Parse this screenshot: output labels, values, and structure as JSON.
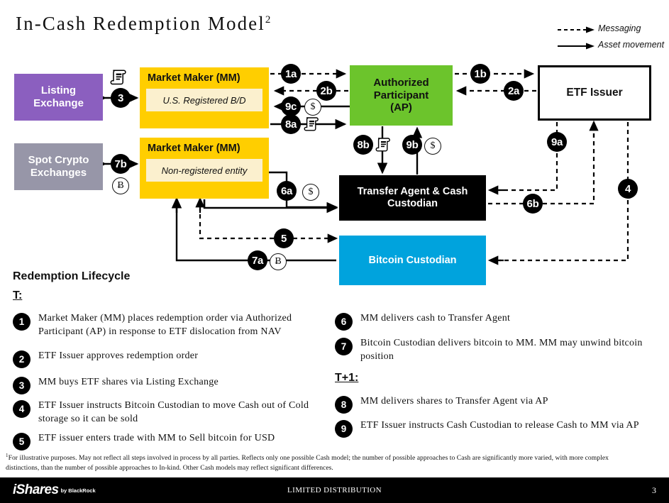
{
  "title": {
    "text": "In-Cash Redemption Model",
    "footnote_marker": "2"
  },
  "legend": {
    "items": [
      {
        "label": "Messaging",
        "style": "dashed-arrow"
      },
      {
        "label": "Asset movement",
        "style": "solid-arrow"
      }
    ]
  },
  "diagram": {
    "boxes": {
      "listing_exchange": {
        "line1": "Listing",
        "line2": "Exchange",
        "color": "#8B5FBF"
      },
      "spot_crypto": {
        "line1": "Spot Crypto",
        "line2": "Exchanges",
        "color": "#9796A8"
      },
      "market_maker_1": {
        "title": "Market Maker (MM)",
        "subtitle": "U.S. Registered B/D",
        "color": "#FFCE00",
        "sub_color": "#FBF0CE"
      },
      "market_maker_2": {
        "title": "Market Maker (MM)",
        "subtitle": "Non-registered entity",
        "color": "#FFCE00",
        "sub_color": "#FBF0CE"
      },
      "authorized_participant": {
        "line1": "Authorized",
        "line2": "Participant",
        "line3": "(AP)",
        "color": "#6CC42C"
      },
      "etf_issuer": {
        "label": "ETF Issuer",
        "color": "#FFFFFF"
      },
      "transfer_agent": {
        "line1": "Transfer Agent & Cash",
        "line2": "Custodian",
        "color": "#000000"
      },
      "bitcoin_custodian": {
        "label": "Bitcoin Custodian",
        "color": "#00A3DD"
      }
    },
    "badges": [
      {
        "id": "1a",
        "label": "1a"
      },
      {
        "id": "2b",
        "label": "2b"
      },
      {
        "id": "9c",
        "label": "9c"
      },
      {
        "id": "8a",
        "label": "8a"
      },
      {
        "id": "1b",
        "label": "1b"
      },
      {
        "id": "2a",
        "label": "2a"
      },
      {
        "id": "3",
        "label": "3"
      },
      {
        "id": "7b",
        "label": "7b"
      },
      {
        "id": "8b",
        "label": "8b"
      },
      {
        "id": "9b",
        "label": "9b"
      },
      {
        "id": "9a",
        "label": "9a"
      },
      {
        "id": "6a",
        "label": "6a"
      },
      {
        "id": "6b",
        "label": "6b"
      },
      {
        "id": "4",
        "label": "4"
      },
      {
        "id": "5",
        "label": "5"
      },
      {
        "id": "7a",
        "label": "7a"
      }
    ],
    "glyphs": {
      "dollar": "$",
      "bitcoin": "Ƀ"
    }
  },
  "lifecycle": {
    "heading": "Redemption Lifecycle",
    "sections": {
      "t": "T:",
      "t_plus_1": "T+1:"
    },
    "left_items": [
      {
        "num": "1",
        "text": "Market Maker (MM) places redemption order via Authorized Participant (AP) in response to ETF dislocation from NAV"
      },
      {
        "num": "2",
        "text": "ETF Issuer approves redemption order"
      },
      {
        "num": "3",
        "text": "MM buys ETF shares via Listing Exchange"
      },
      {
        "num": "4",
        "text": "ETF Issuer instructs Bitcoin Custodian to move Cash out of Cold storage so it can be sold"
      },
      {
        "num": "5",
        "text": "ETF issuer enters trade with MM to Sell bitcoin for USD"
      }
    ],
    "right_items_t": [
      {
        "num": "6",
        "text": "MM delivers cash to Transfer Agent"
      },
      {
        "num": "7",
        "text": "Bitcoin Custodian delivers bitcoin to MM. MM may unwind bitcoin position"
      }
    ],
    "right_items_t1": [
      {
        "num": "8",
        "text": "MM delivers shares to Transfer Agent via AP"
      },
      {
        "num": "9",
        "text": "ETF Issuer instructs Cash Custodian to release Cash to MM via AP"
      }
    ]
  },
  "footnote": {
    "marker": "1",
    "text": "For illustrative purposes. May not reflect all steps involved in process by all parties. Reflects only one possible Cash model; the number of possible approaches to Cash are significantly more varied, with more complex distinctions, than the number of possible approaches to In-kind. Other Cash models may reflect significant differences."
  },
  "footer": {
    "brand": "iShares",
    "brand_suffix": "by BlackRock",
    "center_text": "LIMITED DISTRIBUTION",
    "page_number": "3"
  }
}
